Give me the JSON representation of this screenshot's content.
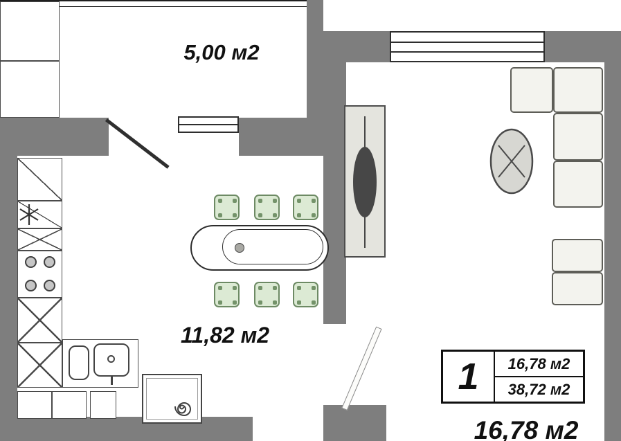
{
  "labels": {
    "balcony_area": "5,00 м2",
    "kitchen_area": "11,82 м2",
    "living_area_bottom": "16,78 м2"
  },
  "summary": {
    "rooms": "1",
    "living_area": "16,78 м2",
    "total_area": "38,72 м2"
  },
  "icons": {
    "vent": "asterisk-icon",
    "washer_door": "spiral-icon",
    "round_table_cross": "x-cross-icon"
  },
  "colors": {
    "wall": "#7e7e7e",
    "line": "#2e2e2e",
    "furn_fill": "#f3f3ee",
    "furn_border": "#5d5d57",
    "chair_fill": "#dcead4",
    "chair_border": "#6d8a64",
    "chair_dot": "#74936a",
    "wardrobe_dark": "#474747"
  }
}
